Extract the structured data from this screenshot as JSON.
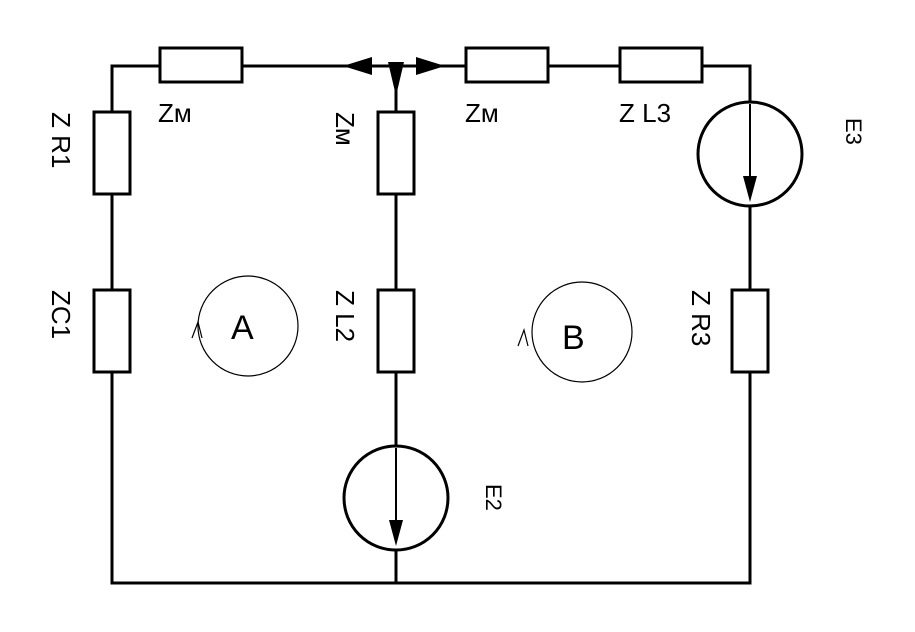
{
  "diagram": {
    "components": {
      "zm_top_left": "Zм",
      "zm_middle": "Zм",
      "zm_top_right": "Zм",
      "zl3": "Z L3",
      "zr1": "Z R1",
      "zc1": "ZC1",
      "zl2": "Z L2",
      "zr3": "Z R3",
      "e2": "E2",
      "e3": "E3"
    },
    "loops": {
      "a": "A",
      "b": "B"
    }
  }
}
